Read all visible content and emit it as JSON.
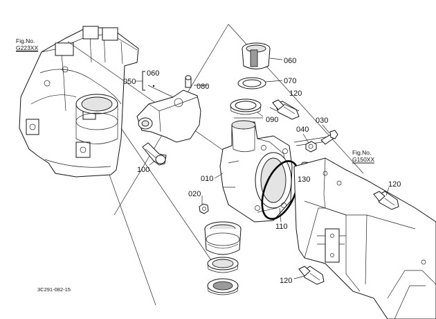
{
  "callouts": {
    "p010": "010",
    "p020": "020",
    "p030": "030",
    "p040": "040",
    "p050": "050",
    "p060a": "060",
    "p060b": "060",
    "p070": "070",
    "p080": "080",
    "p090": "090",
    "p100": "100",
    "p110": "110",
    "p120a": "120",
    "p120b": "120",
    "p120c": "120",
    "p130": "130"
  },
  "fig_refs": {
    "left_label": "Fig.No.",
    "left_code": "G223XX",
    "right_label": "Fig.No.",
    "right_code": "G150XX"
  },
  "drawing_code": "3C291-082-15",
  "colors": {
    "line": "#111111",
    "highlight_ring": "#000000",
    "background": "#ffffff"
  }
}
